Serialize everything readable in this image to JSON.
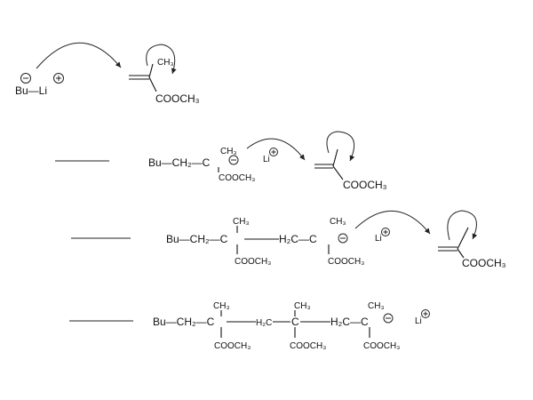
{
  "step1": {
    "butyl_lithium": "Bu—Li",
    "minus": "−",
    "plus": "+",
    "monomer_methyl": "CH₃",
    "monomer_ester": "COOCH₃"
  },
  "step2": {
    "chain": "Bu—CH₂—C",
    "methyl": "CH₃",
    "ester": "COOCH₃",
    "lithium": "Li",
    "monomer_ester": "COOCH₃"
  },
  "step3": {
    "chain_start": "Bu—CH₂—C",
    "chain_mid": "H₂C—C",
    "methyl_1": "CH₃",
    "methyl_2": "CH₃",
    "ester_1": "COOCH₃",
    "ester_2": "COOCH₃",
    "lithium": "Li",
    "monomer_ester": "COOCH₃"
  },
  "step4": {
    "chain_start": "Bu—CH₂—C",
    "h2c_2": "H₂C",
    "c_2": "C",
    "h2c_3": "H₂C—C",
    "methyl_1": "CH₃",
    "methyl_2": "CH₃",
    "methyl_3": "CH₃",
    "ester_1": "COOCH₃",
    "ester_2": "COOCH₃",
    "ester_3": "COOCH₃",
    "lithium": "Li"
  }
}
